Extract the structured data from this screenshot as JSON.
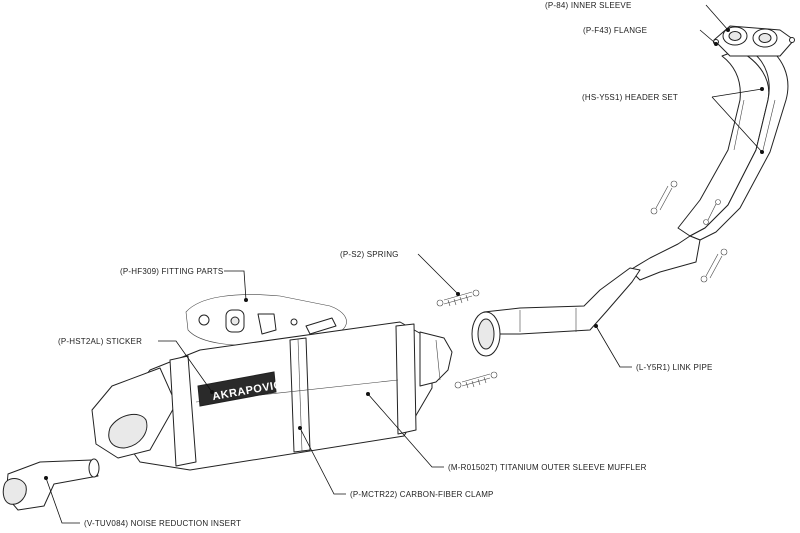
{
  "labels": {
    "inner_sleeve": "(P-84)  INNER SLEEVE",
    "flange": "(P-F43)  FLANGE",
    "header_set": "(HS-Y5S1)  HEADER SET",
    "spring": "(P-S2)  SPRING",
    "fitting_parts": "(P-HF309)  FITTING PARTS",
    "sticker": "(P-HST2AL)  STICKER",
    "link_pipe": "(L-Y5R1)  LINK PIPE",
    "muffler": "(M-R01502T)  TITANIUM OUTER SLEEVE MUFFLER",
    "clamp": "(P-MCTR22)  CARBON-FIBER CLAMP",
    "insert": "(V-TUV084)  NOISE REDUCTION INSERT"
  },
  "brand_logo_text": "AKRAPOVIC",
  "colors": {
    "line": "#222222",
    "background": "#ffffff",
    "sticker": "#2a2a2a"
  }
}
